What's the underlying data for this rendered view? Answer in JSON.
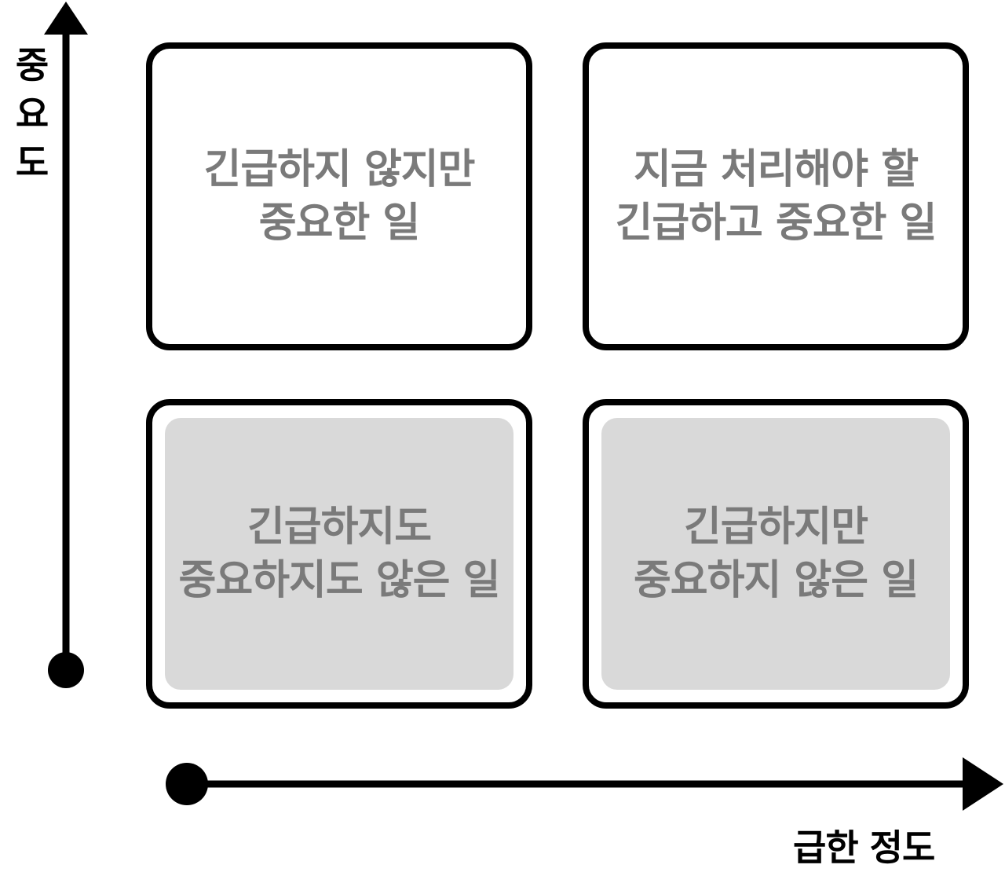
{
  "axes": {
    "y_label_chars": [
      "중",
      "요",
      "도"
    ],
    "x_label": "급한 정도"
  },
  "quadrants": {
    "top_left": {
      "line1": "긴급하지 않지만",
      "line2": "중요한 일"
    },
    "top_right": {
      "line1": "지금 처리해야 할",
      "line2": "긴급하고 중요한 일"
    },
    "bottom_left": {
      "line1": "긴급하지도",
      "line2": "중요하지도 않은 일"
    },
    "bottom_right": {
      "line1": "긴급하지만",
      "line2": "중요하지 않은 일"
    }
  },
  "colors": {
    "stroke": "#000000",
    "text": "#7a7a7a",
    "shade": "#d9d9d9"
  }
}
